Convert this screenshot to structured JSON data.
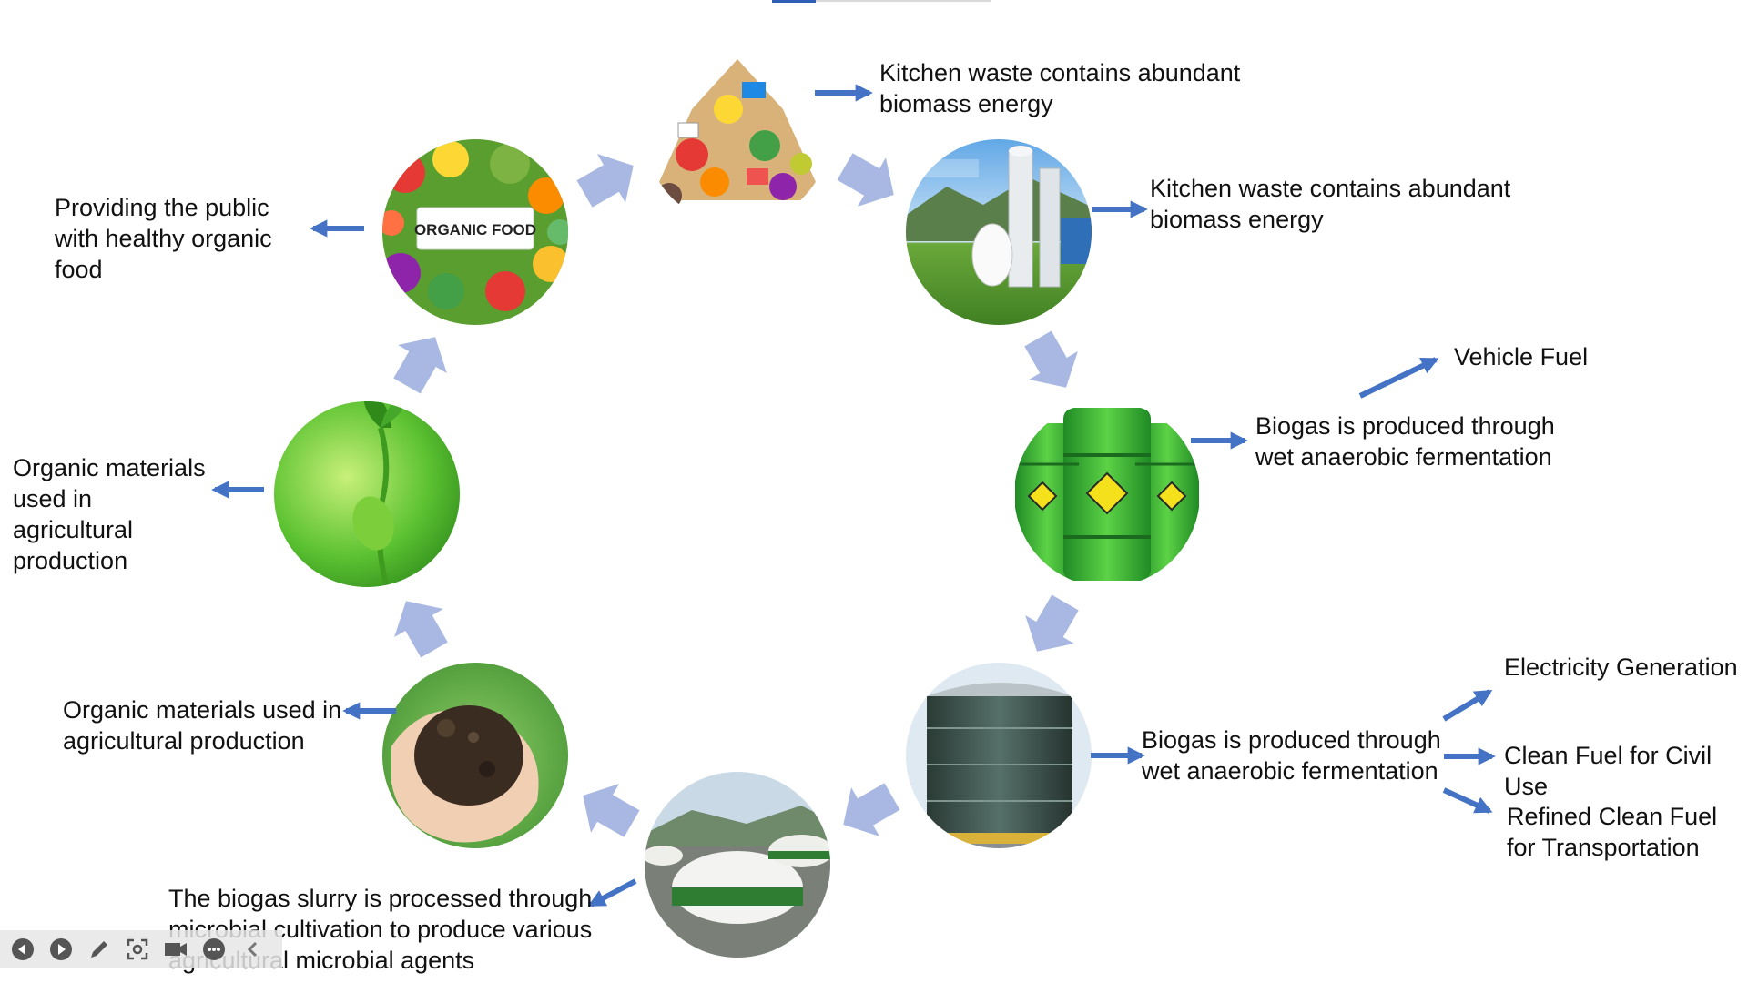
{
  "colors": {
    "arrow_blue": "#4472c4",
    "cycle_arrow": "#a9b8e2",
    "text": "#111111"
  },
  "nodes": [
    {
      "id": "kitchen-waste",
      "label": "Kitchen waste contains abundant biomass energy",
      "icon": "mixed-food-waste-pile-icon"
    },
    {
      "id": "biogas-plant",
      "label": "Kitchen waste contains abundant biomass energy",
      "icon": "biogas-plant-towers-icon"
    },
    {
      "id": "green-barrels",
      "label": "Biogas is produced through wet anaerobic fermentation",
      "icon": "green-fuel-barrels-icon"
    },
    {
      "id": "storage-tank",
      "label": "Biogas is produced through wet anaerobic fermentation",
      "icon": "storage-tank-icon"
    },
    {
      "id": "digester-domes",
      "label": "The biogas slurry is processed through microbial cultivation to produce various agricultural microbial agents",
      "icon": "digester-domes-icon"
    },
    {
      "id": "soil",
      "label": "Organic materials used in agricultural production",
      "icon": "soil-in-hands-icon"
    },
    {
      "id": "sprout",
      "label": "Organic materials used in agricultural production",
      "icon": "green-sprout-icon"
    },
    {
      "id": "organic-food",
      "label": "Providing the public with healthy organic food",
      "icon": "organic-food-produce-icon",
      "badge": "ORGANIC FOOD"
    }
  ],
  "outputs": [
    {
      "id": "vehicle-fuel",
      "label": "Vehicle Fuel"
    },
    {
      "id": "electricity",
      "label": "Electricity Generation"
    },
    {
      "id": "civil-fuel",
      "label": "Clean Fuel for Civil Use"
    },
    {
      "id": "transport-fuel",
      "label": "Refined Clean Fuel for Transportation"
    }
  ],
  "toolbar": {
    "items": [
      {
        "name": "prev-icon"
      },
      {
        "name": "next-icon"
      },
      {
        "name": "pen-icon"
      },
      {
        "name": "zoom-icon"
      },
      {
        "name": "camera-icon"
      },
      {
        "name": "more-icon"
      },
      {
        "name": "collapse-icon"
      }
    ]
  }
}
